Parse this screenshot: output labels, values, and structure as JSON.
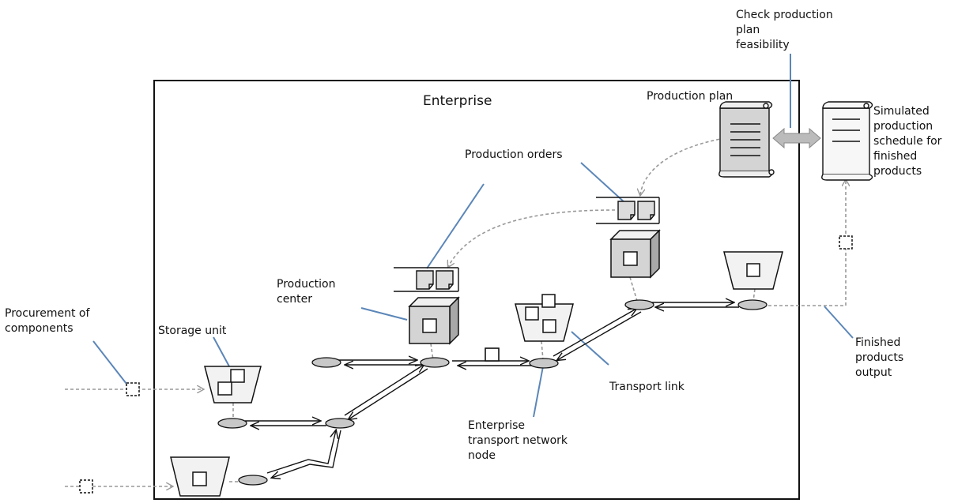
{
  "labels": {
    "enterprise": "Enterprise",
    "production_plan": "Production plan",
    "check_feasibility": [
      "Check production",
      "plan",
      "feasibility"
    ],
    "simulated_schedule": [
      "Simulated",
      "production",
      "schedule for",
      "finished",
      "products"
    ],
    "production_orders": "Production orders",
    "production_center": [
      "Production",
      "center"
    ],
    "procurement": [
      "Procurement of",
      "components"
    ],
    "storage_unit": "Storage unit",
    "transport_link": "Transport link",
    "network_node": [
      "Enterprise",
      "transport network",
      "node"
    ],
    "finished_output": [
      "Finished",
      "products",
      "output"
    ]
  },
  "colors": {
    "callout_line": "#5b86b8",
    "flow_dashed": "#999999",
    "node_fill": "#c8c8c8",
    "doc_fill": "#e6e6e6",
    "cube_front": "#d4d4d4",
    "cube_top": "#f0f0f0",
    "cube_side": "#a8a8a8",
    "double_arrow": "#aaaaaa"
  }
}
